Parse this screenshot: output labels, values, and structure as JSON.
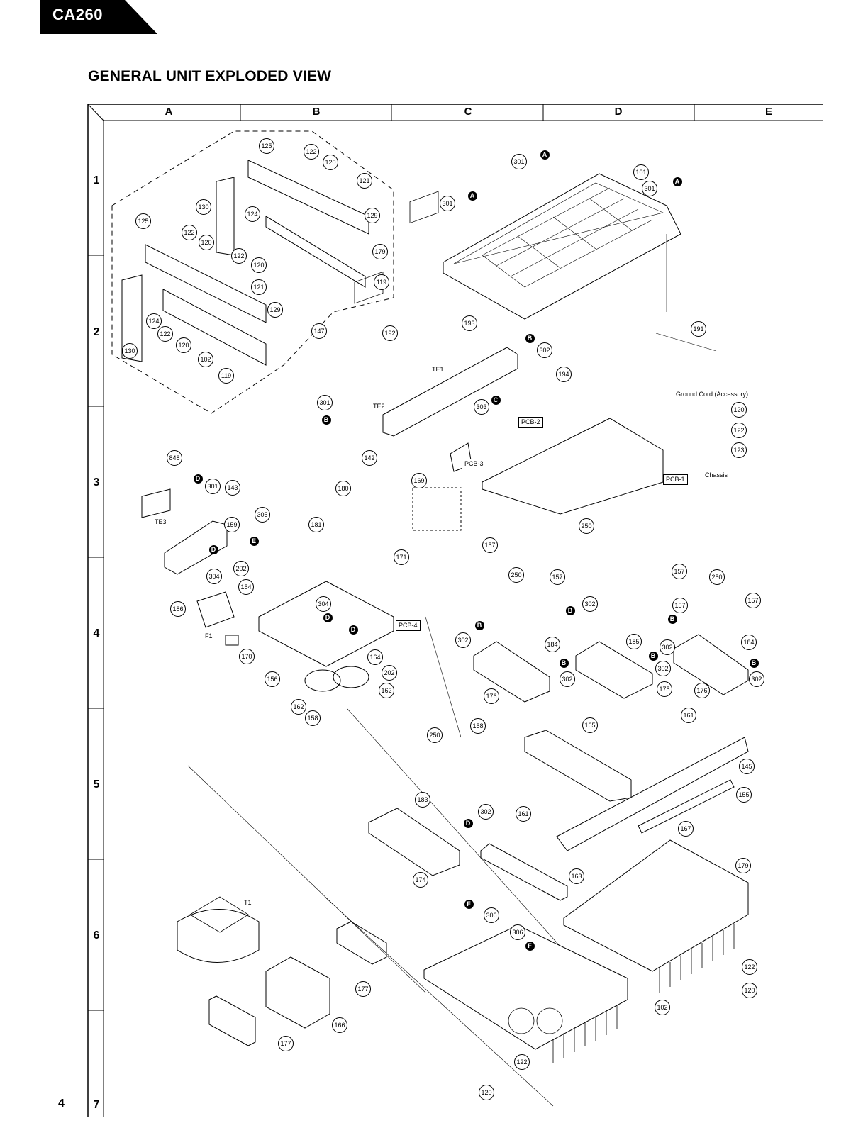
{
  "header": {
    "model": "CA260"
  },
  "title": "GENERAL UNIT EXPLODED VIEW",
  "page_number": "4",
  "grid": {
    "columns": [
      "A",
      "B",
      "C",
      "D",
      "E"
    ],
    "rows": [
      "1",
      "2",
      "3",
      "4",
      "5",
      "6",
      "7"
    ]
  },
  "labels": {
    "ground_cord": "Ground Cord (Accessory)",
    "chassis": "Chassis",
    "te1": "TE1",
    "te2": "TE2",
    "te3": "TE3",
    "f1": "F1",
    "t1": "T1",
    "pcb1": "PCB-1",
    "pcb2": "PCB-2",
    "pcb3": "PCB-3",
    "pcb4": "PCB-4"
  },
  "markers": {
    "a": "A",
    "b": "B",
    "c": "C",
    "d": "D",
    "e": "E",
    "f": "F"
  },
  "parts": {
    "p101": "101",
    "p102": "102",
    "p119": "119",
    "p120": "120",
    "p121": "121",
    "p122": "122",
    "p123": "123",
    "p124": "124",
    "p125": "125",
    "p129": "129",
    "p130": "130",
    "p142": "142",
    "p143": "143",
    "p145": "145",
    "p147": "147",
    "p154": "154",
    "p155": "155",
    "p156": "156",
    "p157": "157",
    "p158": "158",
    "p159": "159",
    "p161": "161",
    "p162": "162",
    "p163": "163",
    "p164": "164",
    "p165": "165",
    "p166": "166",
    "p167": "167",
    "p169": "169",
    "p170": "170",
    "p171": "171",
    "p174": "174",
    "p175": "175",
    "p176": "176",
    "p177": "177",
    "p179": "179",
    "p180": "180",
    "p181": "181",
    "p183": "183",
    "p184": "184",
    "p185": "185",
    "p186": "186",
    "p191": "191",
    "p192": "192",
    "p193": "193",
    "p194": "194",
    "p202": "202",
    "p250": "250",
    "p301": "301",
    "p302": "302",
    "p303": "303",
    "p304": "304",
    "p305": "305",
    "p306": "306",
    "p848": "848"
  }
}
